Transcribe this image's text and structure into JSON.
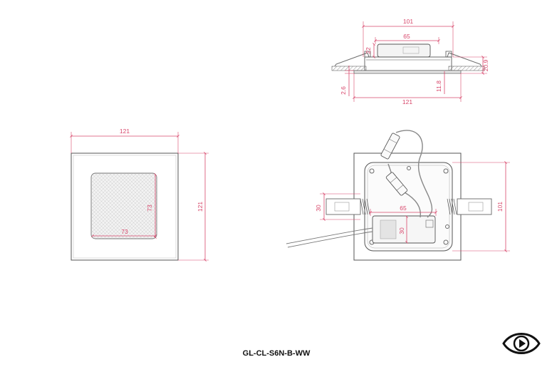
{
  "product_code": "GL-CL-S6N-B-WW",
  "side_view": {
    "overall_top": "101",
    "driver_width": "65",
    "driver_height": "22",
    "total_height": "20.9",
    "flange": "2.6",
    "body_depth": "11.8",
    "overall_bottom": "121"
  },
  "front_view": {
    "width": "121",
    "height": "121",
    "lens_height": "73",
    "lens_width": "73"
  },
  "back_view": {
    "spring_height": "30",
    "driver_width": "65",
    "driver_height": "30",
    "housing_height": "101"
  },
  "colors": {
    "dimension": "#d8476b",
    "outline": "#6a6a6a"
  },
  "icons": {
    "logo": "eye-icon"
  }
}
